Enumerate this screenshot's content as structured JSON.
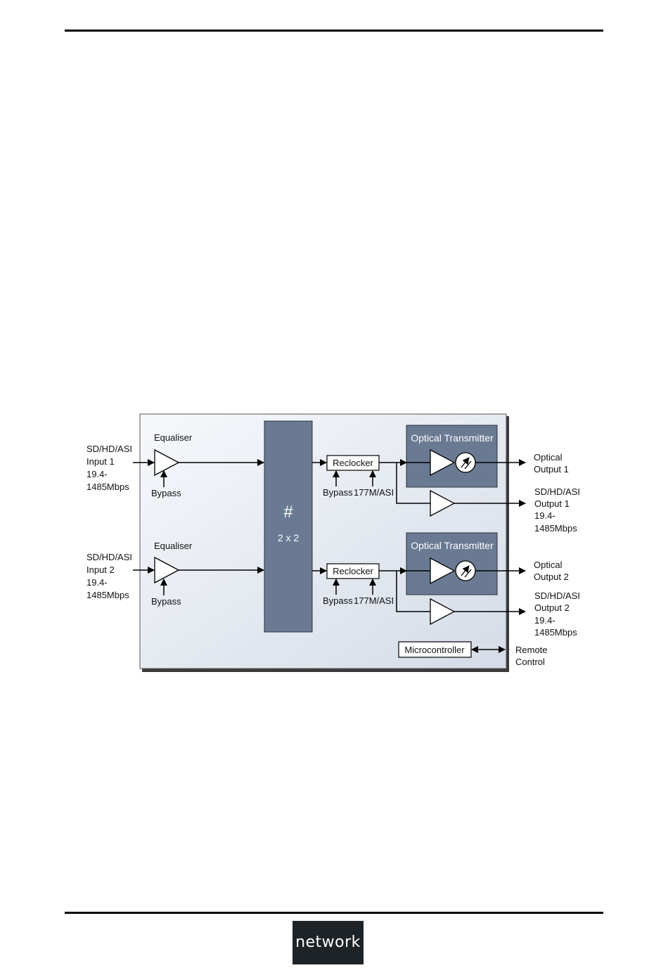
{
  "logo": {
    "text": "network"
  },
  "diagram": {
    "inputs": [
      {
        "lines": [
          "SD/HD/ASI",
          "Input 1",
          "19.4-",
          "1485Mbps"
        ]
      },
      {
        "lines": [
          "SD/HD/ASI",
          "Input 2",
          "19.4-",
          "1485Mbps"
        ]
      }
    ],
    "equaliser_label": "Equaliser",
    "bypass_label": "Bypass",
    "matrix": {
      "symbol": "#",
      "size": "2 x 2"
    },
    "reclocker_label": "Reclocker",
    "reclocker_bypass_label": "Bypass",
    "reclocker_mode_label": "177M/ASI",
    "optical_transmitter_label": "Optical Transmitter",
    "optical_outputs": [
      {
        "lines": [
          "Optical",
          "Output 1"
        ]
      },
      {
        "lines": [
          "Optical",
          "Output 2"
        ]
      }
    ],
    "electrical_outputs": [
      {
        "lines": [
          "SD/HD/ASI",
          "Output 1",
          "19.4-",
          "1485Mbps"
        ]
      },
      {
        "lines": [
          "SD/HD/ASI",
          "Output 2",
          "19.4-",
          "1485Mbps"
        ]
      }
    ],
    "microcontroller_label": "Microcontroller",
    "remote": {
      "lines": [
        "Remote",
        "Control"
      ]
    }
  },
  "colors": {
    "block_fill": "#6a7a92",
    "panel_fill_start": "#f4f6f9",
    "panel_fill_end": "#d9e0ea",
    "line": "#000000"
  }
}
